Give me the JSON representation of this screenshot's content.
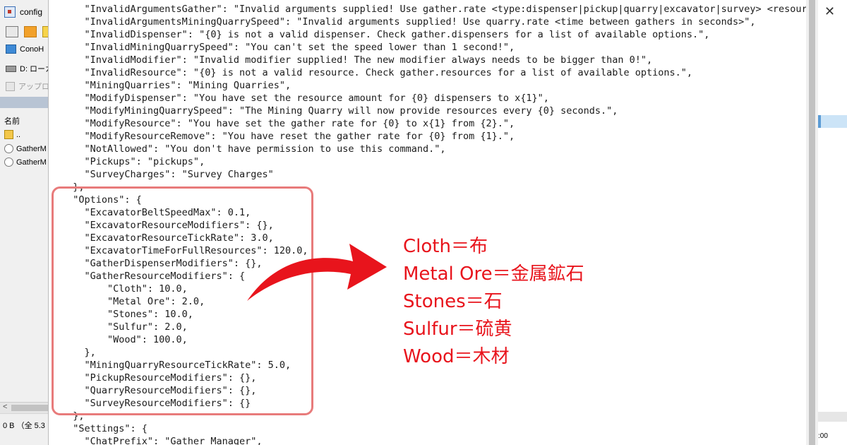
{
  "window": {
    "title": "config"
  },
  "sidebar": {
    "tree": [
      {
        "label": "ConoH",
        "icon": "pc-icon"
      },
      {
        "label": "D: ローカ",
        "icon": "drive-icon"
      },
      {
        "label": "アップロ",
        "icon": "folder-icon"
      }
    ],
    "list_header": "名前",
    "files": [
      {
        "label": "..",
        "icon": "up-folder-icon"
      },
      {
        "label": "GatherM",
        "icon": "lua-file-icon"
      },
      {
        "label": "GatherM",
        "icon": "lua-file-icon"
      }
    ],
    "status": "0 B （全 5.3"
  },
  "right_panel": {
    "time_fragment": ":00"
  },
  "code_lines": [
    "    \"InvalidArgumentsGather\": \"Invalid arguments supplied! Use gather.rate <type:dispenser|pickup|quarry|excavator|survey> <resource>",
    "    \"InvalidArgumentsMiningQuarrySpeed\": \"Invalid arguments supplied! Use quarry.rate <time between gathers in seconds>\",",
    "    \"InvalidDispenser\": \"{0} is not a valid dispenser. Check gather.dispensers for a list of available options.\",",
    "    \"InvalidMiningQuarrySpeed\": \"You can't set the speed lower than 1 second!\",",
    "    \"InvalidModifier\": \"Invalid modifier supplied! The new modifier always needs to be bigger than 0!\",",
    "    \"InvalidResource\": \"{0} is not a valid resource. Check gather.resources for a list of available options.\",",
    "    \"MiningQuarries\": \"Mining Quarries\",",
    "    \"ModifyDispenser\": \"You have set the resource amount for {0} dispensers to x{1}\",",
    "    \"ModifyMiningQuarrySpeed\": \"The Mining Quarry will now provide resources every {0} seconds.\",",
    "    \"ModifyResource\": \"You have set the gather rate for {0} to x{1} from {2}.\",",
    "    \"ModifyResourceRemove\": \"You have reset the gather rate for {0} from {1}.\",",
    "    \"NotAllowed\": \"You don't have permission to use this command.\",",
    "    \"Pickups\": \"pickups\",",
    "    \"SurveyCharges\": \"Survey Charges\"",
    "  },",
    "  \"Options\": {",
    "    \"ExcavatorBeltSpeedMax\": 0.1,",
    "    \"ExcavatorResourceModifiers\": {},",
    "    \"ExcavatorResourceTickRate\": 3.0,",
    "    \"ExcavatorTimeForFullResources\": 120.0,",
    "    \"GatherDispenserModifiers\": {},",
    "    \"GatherResourceModifiers\": {",
    "        \"Cloth\": 10.0,",
    "        \"Metal Ore\": 2.0,",
    "        \"Stones\": 10.0,",
    "        \"Sulfur\": 2.0,",
    "        \"Wood\": 100.0,",
    "    },",
    "    \"MiningQuarryResourceTickRate\": 5.0,",
    "    \"PickupResourceModifiers\": {},",
    "    \"QuarryResourceModifiers\": {},",
    "    \"SurveyResourceModifiers\": {}",
    "  },",
    "  \"Settings\": {",
    "    \"ChatPrefix\": \"Gather Manager\","
  ],
  "annotation": {
    "box_color": "#e87b7b",
    "arrow_color": "#e8141c",
    "text_color": "#e8141c",
    "translations": [
      "Cloth＝布",
      "Metal Ore＝金属鉱石",
      "Stones＝石",
      "Sulfur＝硫黄",
      "Wood＝木材"
    ]
  }
}
